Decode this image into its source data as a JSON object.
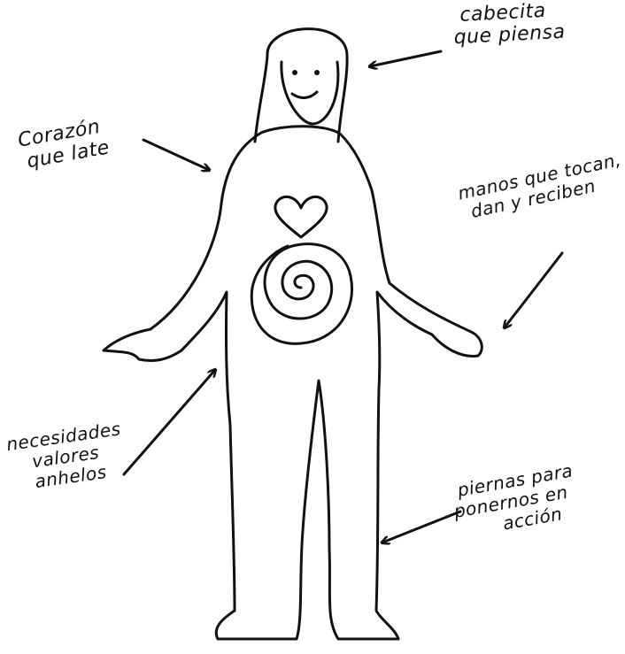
{
  "labels": {
    "head": [
      "cabecita",
      "que piensa"
    ],
    "heart": [
      "Corazón",
      "que late"
    ],
    "hands": [
      "manos que tocan,",
      "dan y reciben"
    ],
    "needs": [
      "necesidades",
      "valores",
      "anhelos"
    ],
    "legs": [
      "piernas para",
      "ponernos en",
      "acción"
    ]
  },
  "colors": {
    "ink": "#111111",
    "paper": "#ffffff"
  }
}
